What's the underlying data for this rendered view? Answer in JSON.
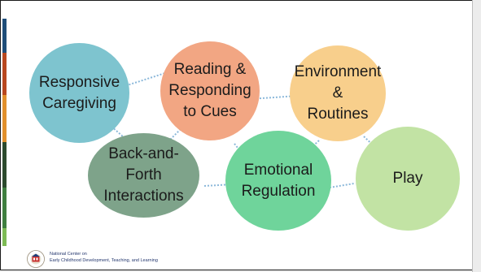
{
  "colors": {
    "stripes": [
      "#1f4e79",
      "#b9481f",
      "#e2902c",
      "#2c4a2d",
      "#3f7f3f",
      "#7dbb55"
    ],
    "responsive": "#7ec4cf",
    "reading": "#f2a683",
    "environment": "#f8cf8c",
    "backforth": "#7ea38a",
    "emotional": "#6fd49b",
    "play": "#c2e3a4",
    "connector": "#8bb8da"
  },
  "diagram": {
    "nodes": [
      {
        "id": "responsive",
        "text": "Responsive\nCaregiving"
      },
      {
        "id": "reading",
        "text": "Reading &\nResponding\nto Cues"
      },
      {
        "id": "environment",
        "text": "Environment\n&\nRoutines"
      },
      {
        "id": "backforth",
        "text": "Back-and-\nForth\nInteractions"
      },
      {
        "id": "emotional",
        "text": "Emotional\nRegulation"
      },
      {
        "id": "play",
        "text": "Play"
      }
    ]
  },
  "footer": {
    "logo_icon": "ohs-seal-icon",
    "line1": "National Center on",
    "line2": "Early Childhood Development, Teaching, and Learning"
  }
}
